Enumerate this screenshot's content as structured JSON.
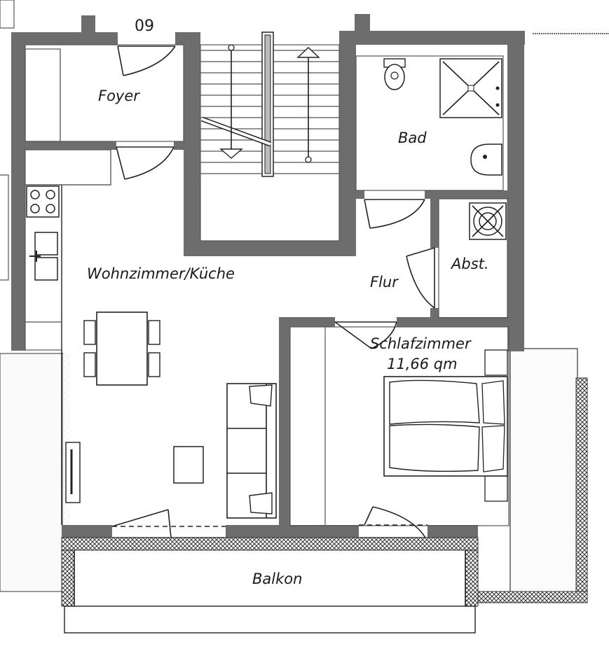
{
  "plan": {
    "unit_number": "09",
    "rooms": {
      "foyer": "Foyer",
      "bad": "Bad",
      "wohnkueche": "Wohnzimmer/Küche",
      "flur": "Flur",
      "abst": "Abst.",
      "schlafzimmer": "Schlafzimmer",
      "schlafzimmer_area": "11,66 qm",
      "balkon": "Balkon"
    },
    "colors": {
      "wall": "#6d6d6d",
      "line": "#1e1e1e",
      "background": "#ffffff"
    }
  }
}
